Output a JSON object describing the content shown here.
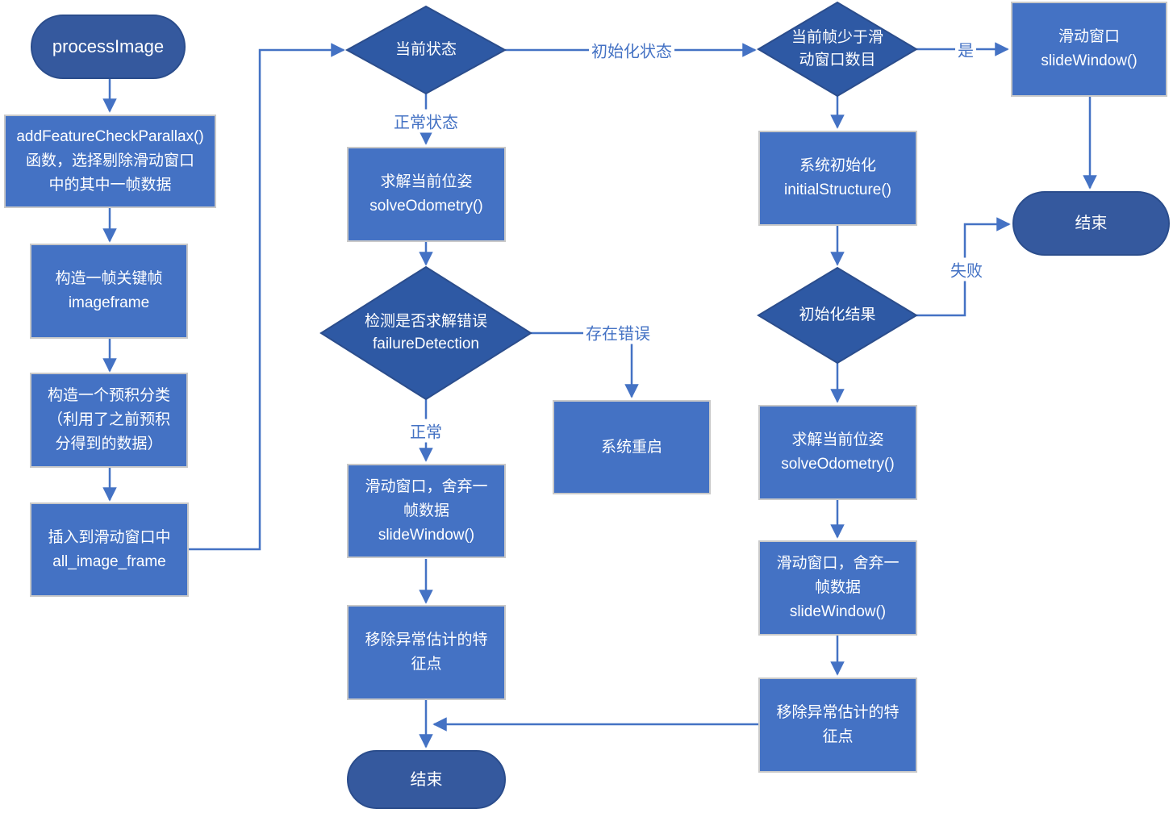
{
  "colors": {
    "bg": "#ffffff",
    "line": "#4472c4",
    "rect_fill": "#4472c4",
    "rect_border": "#c9c9c9",
    "diamond_fill": "#2e59a4",
    "term_fill": "#35599e",
    "shape_border": "#2b4d8c",
    "shape_text": "#ffffff",
    "label_color": "#4472c4"
  },
  "nodes": {
    "start": "processImage",
    "add_feature": "addFeatureCheckParallax()\n函数，选择剔除滑动窗口\n中的其中一帧数据",
    "build_keyframe": "构造一帧关键帧\nimageframe",
    "build_preintegration": "构造一个预积分类\n（利用了之前预积\n分得到的数据）",
    "insert_window": "插入到滑动窗口中\nall_image_frame",
    "current_state": "当前状态",
    "solve_odometry_mid": "求解当前位姿\nsolveOdometry()",
    "failure_detection": "检测是否求解错误\nfailureDetection",
    "slide_window_mid": "滑动窗口，舍弃一\n帧数据\nslideWindow()",
    "remove_outliers_mid": "移除异常估计的特\n征点",
    "end_mid": "结束",
    "system_restart": "系统重启",
    "frames_less_than_window": "当前帧少于滑\n动窗口数目",
    "slide_window_top": "滑动窗口\nslideWindow()",
    "end_right": "结束",
    "initial_structure": "系统初始化\ninitialStructure()",
    "init_result": "初始化结果",
    "solve_odometry_right": "求解当前位姿\nsolveOdometry()",
    "slide_window_right": "滑动窗口，舍弃一\n帧数据\nslideWindow()",
    "remove_outliers_right": "移除异常估计的特\n征点"
  },
  "edge_labels": {
    "normal_state": "正常状态",
    "init_state": "初始化状态",
    "yes": "是",
    "normal": "正常",
    "error_exists": "存在错误",
    "fail": "失败"
  }
}
